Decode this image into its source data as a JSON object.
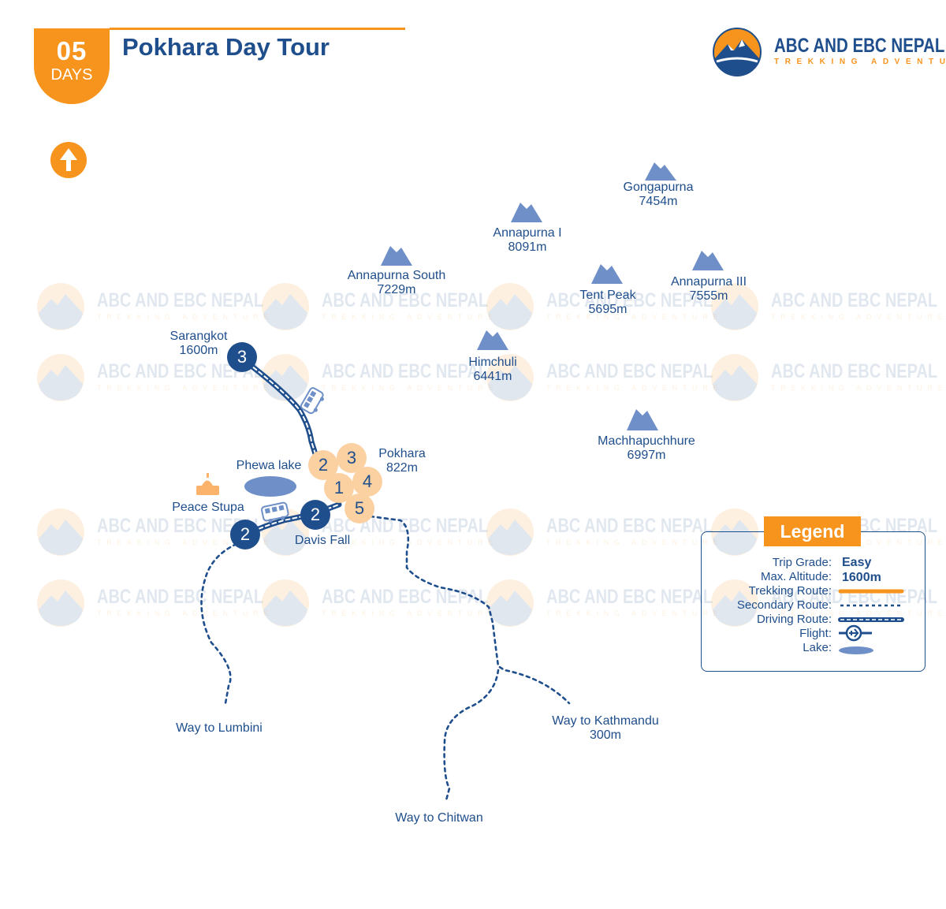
{
  "header": {
    "days_number": "05",
    "days_unit": "DAYS",
    "title": "Pokhara Day Tour"
  },
  "brand": {
    "name": "ABC AND EBC NEPAL",
    "tagline": "TREKKING ADVENTURE"
  },
  "north_icon": "north-arrow-icon",
  "peaks": [
    {
      "name": "Gongapurna",
      "altitude": "7454m"
    },
    {
      "name": "Annapurna I",
      "altitude": "8091m"
    },
    {
      "name": "Annapurna South",
      "altitude": "7229m"
    },
    {
      "name": "Tent Peak",
      "altitude": "5695m"
    },
    {
      "name": "Annapurna III",
      "altitude": "7555m"
    },
    {
      "name": "Himchuli",
      "altitude": "6441m"
    },
    {
      "name": "Machhapuchhure",
      "altitude": "6997m"
    }
  ],
  "places": {
    "sarangkot": {
      "name": "Sarangkot",
      "altitude": "1600m"
    },
    "pokhara": {
      "name": "Pokhara",
      "altitude": "822m"
    },
    "phewa_lake": "Phewa lake",
    "peace_stupa": "Peace Stupa",
    "davis_fall": "Davis Fall",
    "lumbini": "Way to Lumbini",
    "kathmandu": {
      "name": "Way to Kathmandu",
      "altitude": "300m"
    },
    "chitwan": "Way to Chitwan"
  },
  "markers": {
    "sarangkot_day": "3",
    "stupa_day": "2",
    "davis_day": "2",
    "pokhara_days": [
      "1",
      "2",
      "3",
      "4",
      "5"
    ]
  },
  "legend": {
    "title": "Legend",
    "trip_grade_label": "Trip Grade:",
    "trip_grade_value": "Easy",
    "max_altitude_label": "Max. Altitude:",
    "max_altitude_value": "1600m",
    "trekking_route_label": "Trekking Route:",
    "secondary_route_label": "Secondary Route:",
    "driving_route_label": "Driving Route:",
    "flight_label": "Flight:",
    "lake_label": "Lake:"
  },
  "colors": {
    "brand_blue": "#1f4e8c",
    "accent_orange": "#f7941d",
    "peak_blue": "#6e8fc7",
    "day_circle_light": "#fbd1a2",
    "lake": "#6e8fc7"
  }
}
